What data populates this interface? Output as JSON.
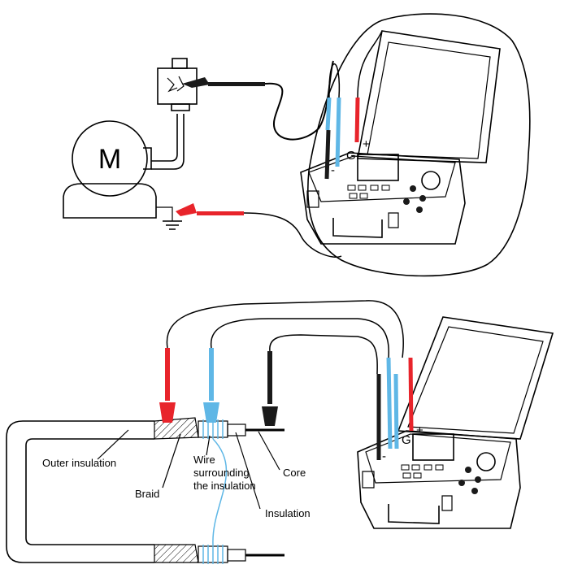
{
  "top_diagram": {
    "motor_label": "M",
    "terminal_guard": "G",
    "terminal_plus": "+",
    "terminal_minus": "-"
  },
  "bottom_diagram": {
    "labels": {
      "outer_insulation": "Outer insulation",
      "braid": "Braid",
      "wire_line1": "Wire",
      "wire_line2": "surrounding",
      "wire_line3": "the insulation",
      "core": "Core",
      "insulation": "Insulation"
    },
    "terminal_guard": "G",
    "terminal_plus": "+",
    "terminal_minus": "-"
  },
  "colors": {
    "red_lead": "#e8242b",
    "blue_lead": "#5fb7e6",
    "black_lead": "#1a1a1a",
    "outline": "#000000"
  }
}
